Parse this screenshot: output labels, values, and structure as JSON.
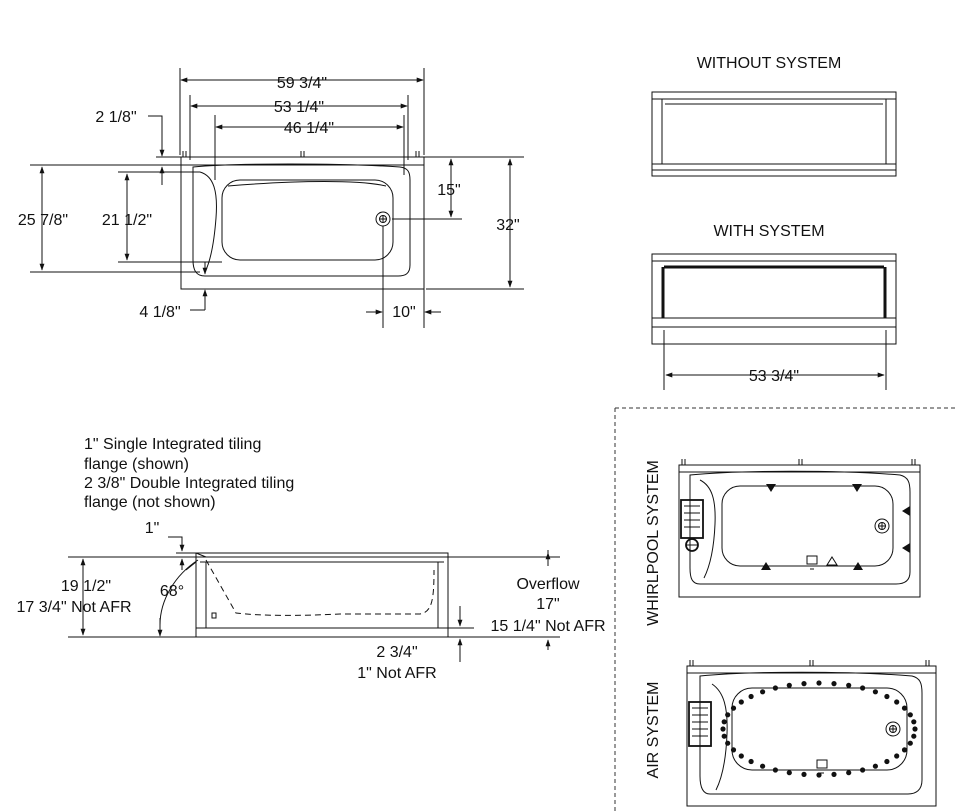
{
  "top_view": {
    "overall_length": "59 3/4\"",
    "inner_length": "53 1/4\"",
    "basin_length": "46 1/4\"",
    "flange_offset": "2 1/8\"",
    "overall_width": "25 7/8\"",
    "basin_width": "21 1/2\"",
    "drain_from_back": "15\"",
    "total_width": "32\"",
    "left_offset": "4 1/8\"",
    "drain_from_end": "10\""
  },
  "front_views": {
    "without_title": "WITHOUT SYSTEM",
    "with_title": "WITH SYSTEM",
    "with_width": "53 3/4\""
  },
  "flange_note": {
    "line1": "1\" Single Integrated tiling",
    "line2": "flange (shown)",
    "line3": "2 3/8\" Double Integrated tiling",
    "line4": "flange (not shown)"
  },
  "side_view": {
    "flange_height": "1\"",
    "height": "19 1/2\"",
    "height_not_afr": "17 3/4\" Not AFR",
    "angle": "68°",
    "overflow_label": "Overflow",
    "overflow_value": "17\"",
    "overflow_not_afr": "15 1/4\" Not AFR",
    "base_height": "2 3/4\"",
    "base_not_afr": "1\" Not AFR"
  },
  "systems": {
    "whirlpool_label": "WHIRLPOOL SYSTEM",
    "air_label": "AIR SYSTEM"
  }
}
